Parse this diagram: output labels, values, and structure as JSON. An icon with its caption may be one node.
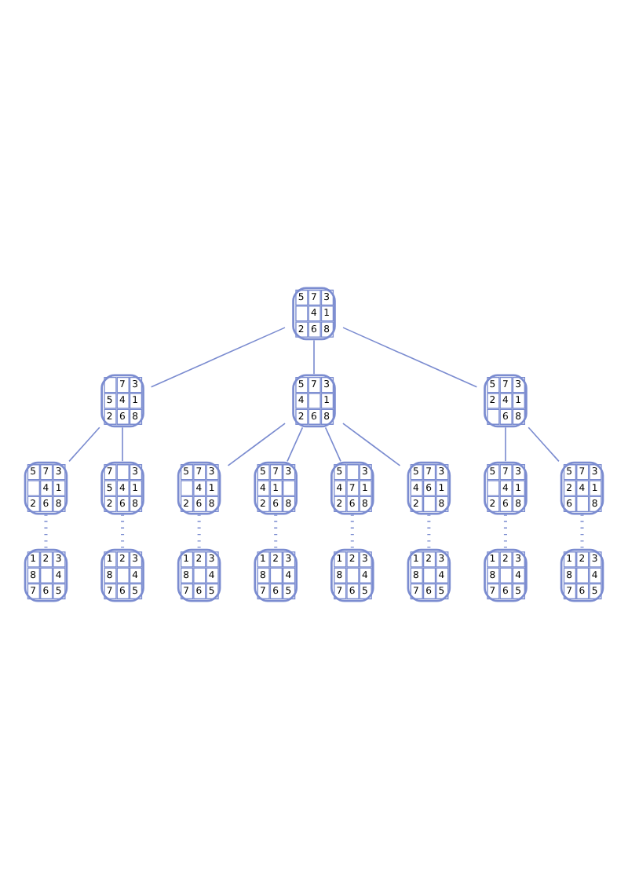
{
  "diagram": {
    "nodes": [
      {
        "text": [
          "5",
          "7",
          "3",
          "4",
          "1",
          "2",
          "6",
          "8"
        ]
      },
      {
        "text": [
          "7",
          "3",
          "5",
          "4",
          "1",
          "2",
          "6",
          "8"
        ]
      },
      {
        "text": [
          "5",
          "7",
          "3",
          "4",
          "1",
          "2",
          "6",
          "8"
        ]
      },
      {
        "text": [
          "5",
          "7",
          "3",
          "2",
          "4",
          "1",
          "6",
          "8"
        ]
      },
      {
        "text": [
          "5",
          "7",
          "3",
          "4",
          "1",
          "2",
          "6",
          "8"
        ]
      },
      {
        "text": [
          "7",
          "3",
          "5",
          "4",
          "1",
          "2",
          "6",
          "8"
        ]
      },
      {
        "text": [
          "5",
          "7",
          "3",
          "4",
          "1",
          "2",
          "6",
          "8"
        ]
      },
      {
        "text": [
          "5",
          "7",
          "3",
          "4",
          "1",
          "2",
          "6",
          "8"
        ]
      },
      {
        "text": [
          "5",
          "3",
          "4",
          "7",
          "1",
          "2",
          "6",
          "8"
        ]
      },
      {
        "text": [
          "5",
          "7",
          "3",
          "4",
          "6",
          "1",
          "2",
          "8"
        ]
      },
      {
        "text": [
          "5",
          "7",
          "3",
          "4",
          "1",
          "2",
          "6",
          "8"
        ]
      },
      {
        "text": [
          "5",
          "7",
          "3",
          "2",
          "4",
          "1",
          "6",
          "8"
        ]
      },
      {
        "text": [
          "1",
          "2",
          "3",
          "8",
          "4",
          "7",
          "6",
          "5"
        ]
      },
      {
        "text": [
          "1",
          "2",
          "3",
          "8",
          "4",
          "7",
          "6",
          "5"
        ]
      },
      {
        "text": [
          "1",
          "2",
          "3",
          "8",
          "4",
          "7",
          "6",
          "5"
        ]
      },
      {
        "text": [
          "1",
          "2",
          "3",
          "8",
          "4",
          "7",
          "6",
          "5"
        ]
      },
      {
        "text": [
          "1",
          "2",
          "3",
          "8",
          "4",
          "7",
          "6",
          "5"
        ]
      },
      {
        "text": [
          "1",
          "2",
          "3",
          "8",
          "4",
          "7",
          "6",
          "5"
        ]
      },
      {
        "text": [
          "1",
          "2",
          "3",
          "8",
          "4",
          "7",
          "6",
          "5"
        ]
      },
      {
        "text": [
          "1",
          "2",
          "3",
          "8",
          "4",
          "7",
          "6",
          "5"
        ]
      }
    ],
    "edges": [
      {
        "from": 0,
        "to": 1,
        "arrow": "none"
      },
      {
        "from": 0,
        "to": 2,
        "arrow": "none"
      },
      {
        "from": 0,
        "to": 3,
        "arrow": "none"
      },
      {
        "from": 1,
        "to": 4,
        "arrow": "none"
      },
      {
        "from": 1,
        "to": 5,
        "arrow": "none"
      },
      {
        "from": 2,
        "to": 6,
        "arrow": "none"
      },
      {
        "from": 2,
        "to": 7,
        "arrow": "none"
      },
      {
        "from": 2,
        "to": 8,
        "arrow": "none"
      },
      {
        "from": 2,
        "to": 9,
        "arrow": "none"
      },
      {
        "from": 3,
        "to": 10,
        "arrow": "none"
      },
      {
        "from": 3,
        "to": 11,
        "arrow": "none"
      },
      {
        "from": 4,
        "to": 12,
        "arrow": "none",
        "style": "dashed"
      },
      {
        "from": 5,
        "to": 13,
        "arrow": "none",
        "style": "dashed"
      },
      {
        "from": 6,
        "to": 14,
        "arrow": "none",
        "style": "dashed"
      },
      {
        "from": 7,
        "to": 15,
        "arrow": "none",
        "style": "dashed"
      },
      {
        "from": 8,
        "to": 16,
        "arrow": "none",
        "style": "dashed"
      },
      {
        "from": 9,
        "to": 17,
        "arrow": "none",
        "style": "dashed"
      },
      {
        "from": 10,
        "to": 18,
        "arrow": "none",
        "style": "dashed"
      },
      {
        "from": 11,
        "to": 19,
        "arrow": "none",
        "style": "dashed"
      }
    ]
  }
}
